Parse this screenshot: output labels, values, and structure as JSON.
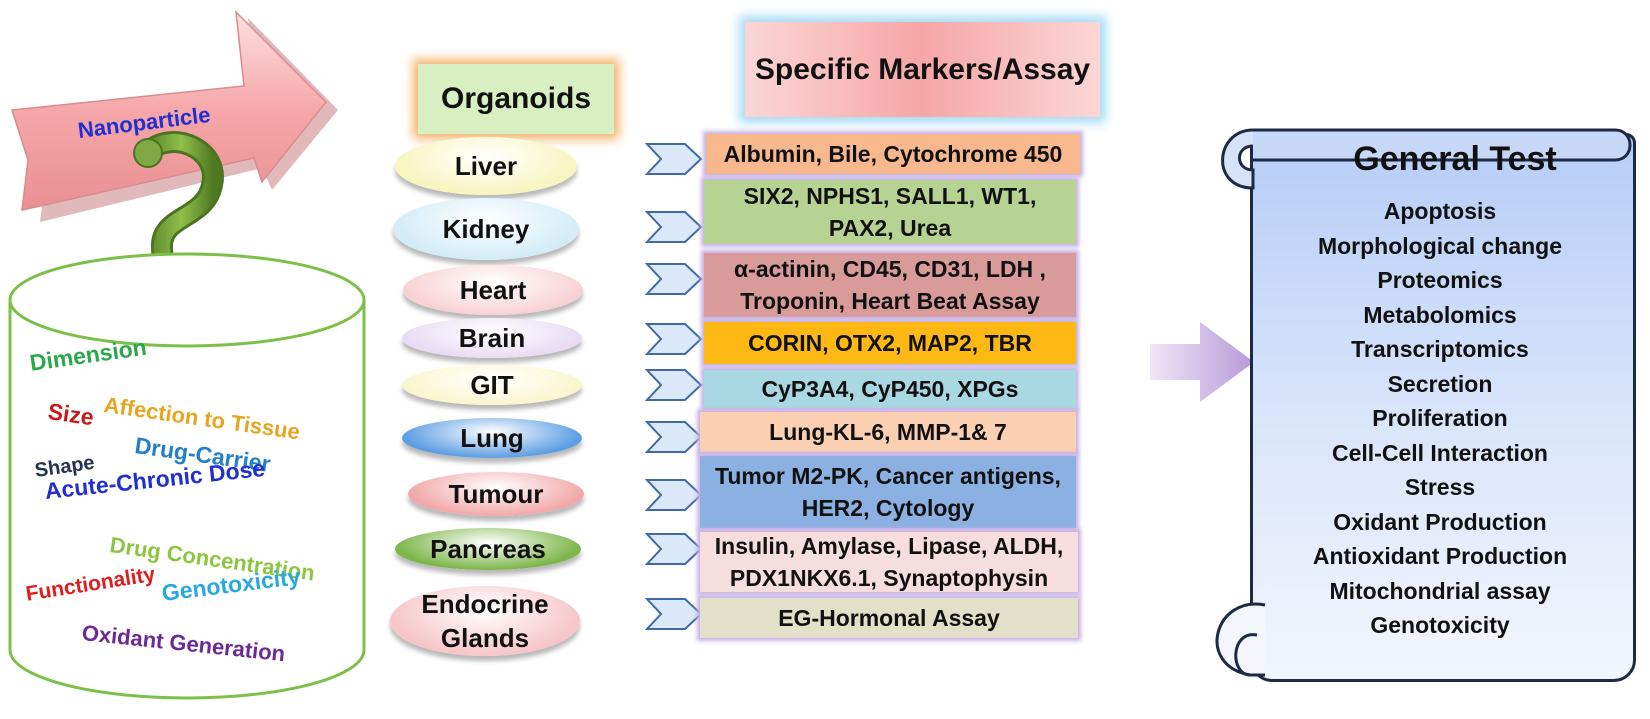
{
  "nanoparticle": {
    "label": "Nanoparticle",
    "keywords": [
      {
        "text": "Dimension",
        "color": "#2aa84a"
      },
      {
        "text": "Size",
        "color": "#c81a1a"
      },
      {
        "text": "Affection to Tissue",
        "color": "#e7a51f"
      },
      {
        "text": "Drug-Carrier",
        "color": "#2380c8"
      },
      {
        "text": "Shape",
        "color": "#26324f"
      },
      {
        "text": "Acute-Chronic Dose",
        "color": "#1f2fd1"
      },
      {
        "text": "Drug Concentration",
        "color": "#8cc63f"
      },
      {
        "text": "Functionality",
        "color": "#e11c1c"
      },
      {
        "text": "Genotoxicity",
        "color": "#29a8e0"
      },
      {
        "text": "Oxidant Generation",
        "color": "#6c2a96"
      }
    ]
  },
  "organoids": {
    "header": "Organoids",
    "items": [
      {
        "label": "Liver",
        "color": "#f7f5c0"
      },
      {
        "label": "Kidney",
        "color": "#d3ecf8"
      },
      {
        "label": "Heart",
        "color": "#f8d2d3"
      },
      {
        "label": "Brain",
        "color": "#e8dcf4"
      },
      {
        "label": "GIT",
        "color": "#f9f6cf"
      },
      {
        "label": "Lung",
        "color": "#5d9ee3"
      },
      {
        "label": "Tumour",
        "color": "#f2a8aa"
      },
      {
        "label": "Pancreas",
        "color": "#7db64a"
      },
      {
        "label": "Endocrine Glands",
        "color": "#f6c6c8"
      }
    ]
  },
  "markers": {
    "header": "Specific Markers/Assay",
    "items": [
      {
        "text": "Albumin, Bile, Cytochrome 450",
        "color": "#f8b88e"
      },
      {
        "text": "SIX2, NPHS1, SALL1, WT1, PAX2, Urea",
        "color": "#b7d393"
      },
      {
        "text": "α-actinin, CD45, CD31, LDH , Troponin, Heart Beat Assay",
        "color": "#d99a9a"
      },
      {
        "text": "CORIN, OTX2, MAP2, TBR",
        "color": "#fdb813"
      },
      {
        "text": "CyP3A4, CyP450, XPGs",
        "color": "#a9d8e2"
      },
      {
        "text": "Lung-KL-6, MMP-1& 7",
        "color": "#fbd0b2"
      },
      {
        "text": "Tumor M2-PK, Cancer antigens, HER2,  Cytology",
        "color": "#8bb1e2"
      },
      {
        "text": "Insulin, Amylase, Lipase, ALDH, PDX1NKX6.1, Synaptophysin",
        "color": "#f6dede"
      },
      {
        "text": "EG-Hormonal Assay",
        "color": "#e2e0c8"
      }
    ]
  },
  "general_test": {
    "title": "General Test",
    "items": [
      "Apoptosis",
      "Morphological change",
      "Proteomics",
      "Metabolomics",
      "Transcriptomics",
      "Secretion",
      "Proliferation",
      "Cell-Cell Interaction",
      "Stress",
      "Oxidant Production",
      "Antioxidant Production",
      "Mitochondrial assay",
      "Genotoxicity"
    ]
  }
}
